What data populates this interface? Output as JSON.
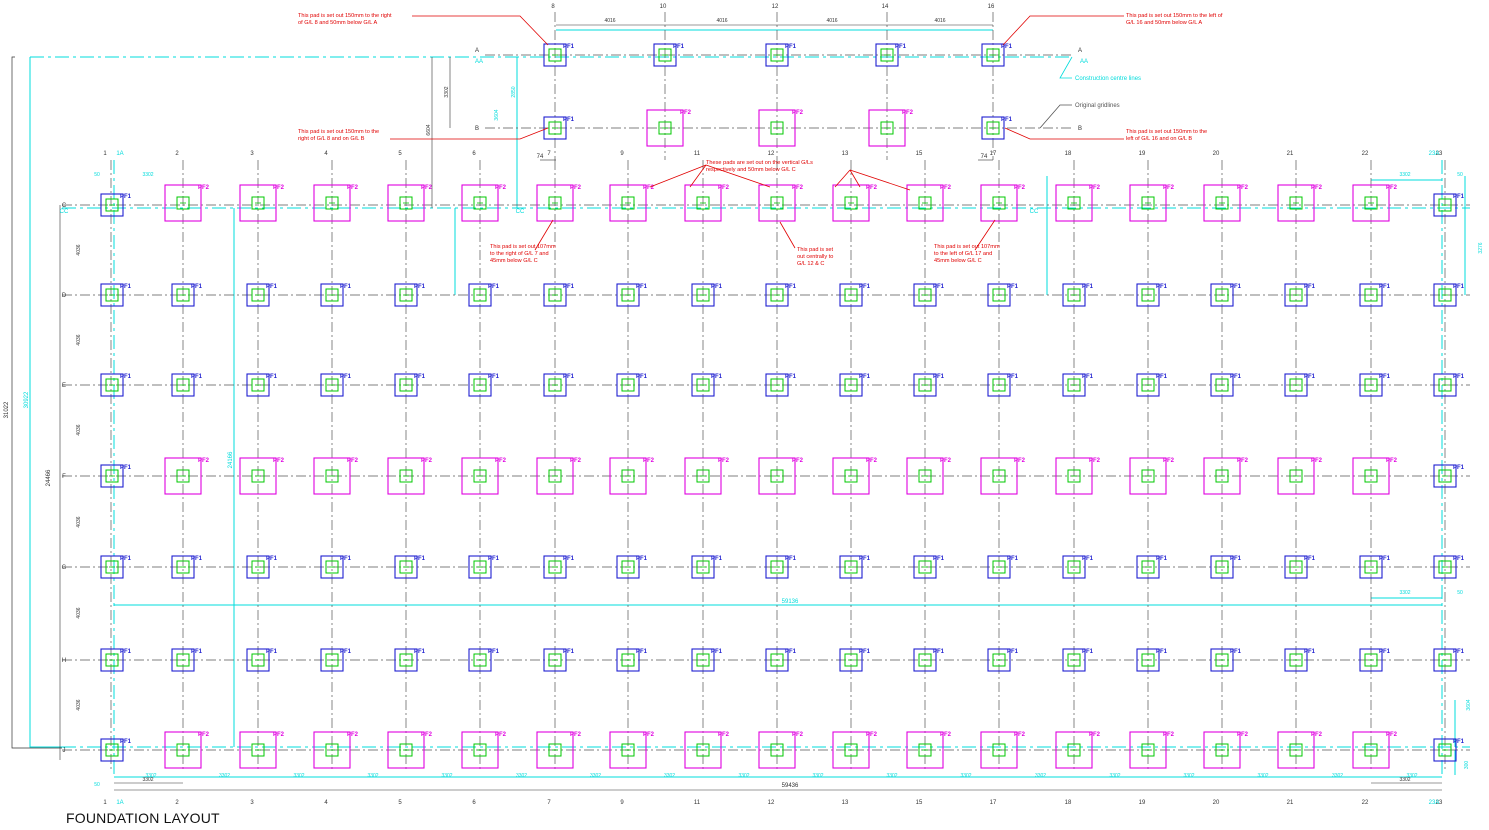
{
  "drawing_title": "FOUNDATION LAYOUT",
  "colors": {
    "grid": "#555555",
    "pad_outer_pf1": "#1f1fd0",
    "pad_outer_pf2": "#e000e0",
    "pad_inner": "#00c800",
    "construction": "#00dcdc",
    "note": "#e00000",
    "dimension": "#333333"
  },
  "grid": {
    "columns": [
      "1",
      "2",
      "3",
      "4",
      "5",
      "6",
      "7",
      "9",
      "11",
      "12",
      "13",
      "15",
      "17",
      "18",
      "19",
      "20",
      "21",
      "22",
      "23"
    ],
    "top_columns": [
      "8",
      "10",
      "12",
      "14",
      "16"
    ],
    "column_1a_label": "1A",
    "column_23a_label": "23A",
    "rows": [
      "C",
      "D",
      "E",
      "F",
      "G",
      "H",
      "J"
    ],
    "top_rows": [
      "A",
      "B"
    ],
    "row_aa_label": "AA",
    "row_cc_label": "CC",
    "row_cc_label_right": "CC"
  },
  "pad_types": {
    "pf1": "PF1",
    "pf2": "PF2"
  },
  "pad_rows": {
    "C": "PF2",
    "D": "PF1",
    "E": "PF1",
    "F": "PF2",
    "G": "PF1",
    "H": "PF1",
    "J": "PF2"
  },
  "top_pads": {
    "A": [
      "PF1",
      "PF1",
      "PF1",
      "PF1",
      "PF1"
    ],
    "B": [
      "PF1",
      "PF2",
      "PF2",
      "PF2",
      "PF1"
    ]
  },
  "notes": {
    "n1": [
      "This pad is set out 150mm to the right",
      "of G/L 8 and 50mm below G/L A"
    ],
    "n2": [
      "This pad is set out 150mm to the left of",
      "G/L 16 and 50mm below G/L A"
    ],
    "n3": [
      "This pad is set out 150mm to the",
      "right of G/L 8 and on G/L B"
    ],
    "n4": [
      "This pad is set out 150mm to the",
      "left of G/L 16 and on G/L B"
    ],
    "n5": [
      "These pads are set out on the vertical G/Ls",
      "respectively and 50mm below G/L C"
    ],
    "n6": [
      "This pad is set out 107mm",
      "to the right of G/L 7 and",
      "45mm below G/L C"
    ],
    "n7": [
      "This pad is set",
      "out centrally to",
      "G/L 12 & C"
    ],
    "n8": [
      "This pad is set out 107mm",
      "to the left of G/L 17 and",
      "45mm below G/L C"
    ]
  },
  "labels": {
    "construction_centre_lines": "Construction centre lines",
    "original_gridlines": "Original gridlines"
  },
  "dimensions": {
    "top_spans": [
      "4016",
      "4016",
      "4016",
      "4016"
    ],
    "bay_width": "3302",
    "bay_offset": "50",
    "total_width": "59436",
    "left_total": "31022",
    "left_mid": "30922",
    "left_inner": "24466",
    "left_inner2": "24166",
    "row_spacing": "4036",
    "small_74": "74",
    "top_6604": "6604",
    "top_3302": "3302",
    "top_2850": "2850",
    "top_3604": "3604",
    "mid_59136": "59136",
    "side_3276": "3276",
    "side_3604": "3604",
    "side_300": "300"
  }
}
